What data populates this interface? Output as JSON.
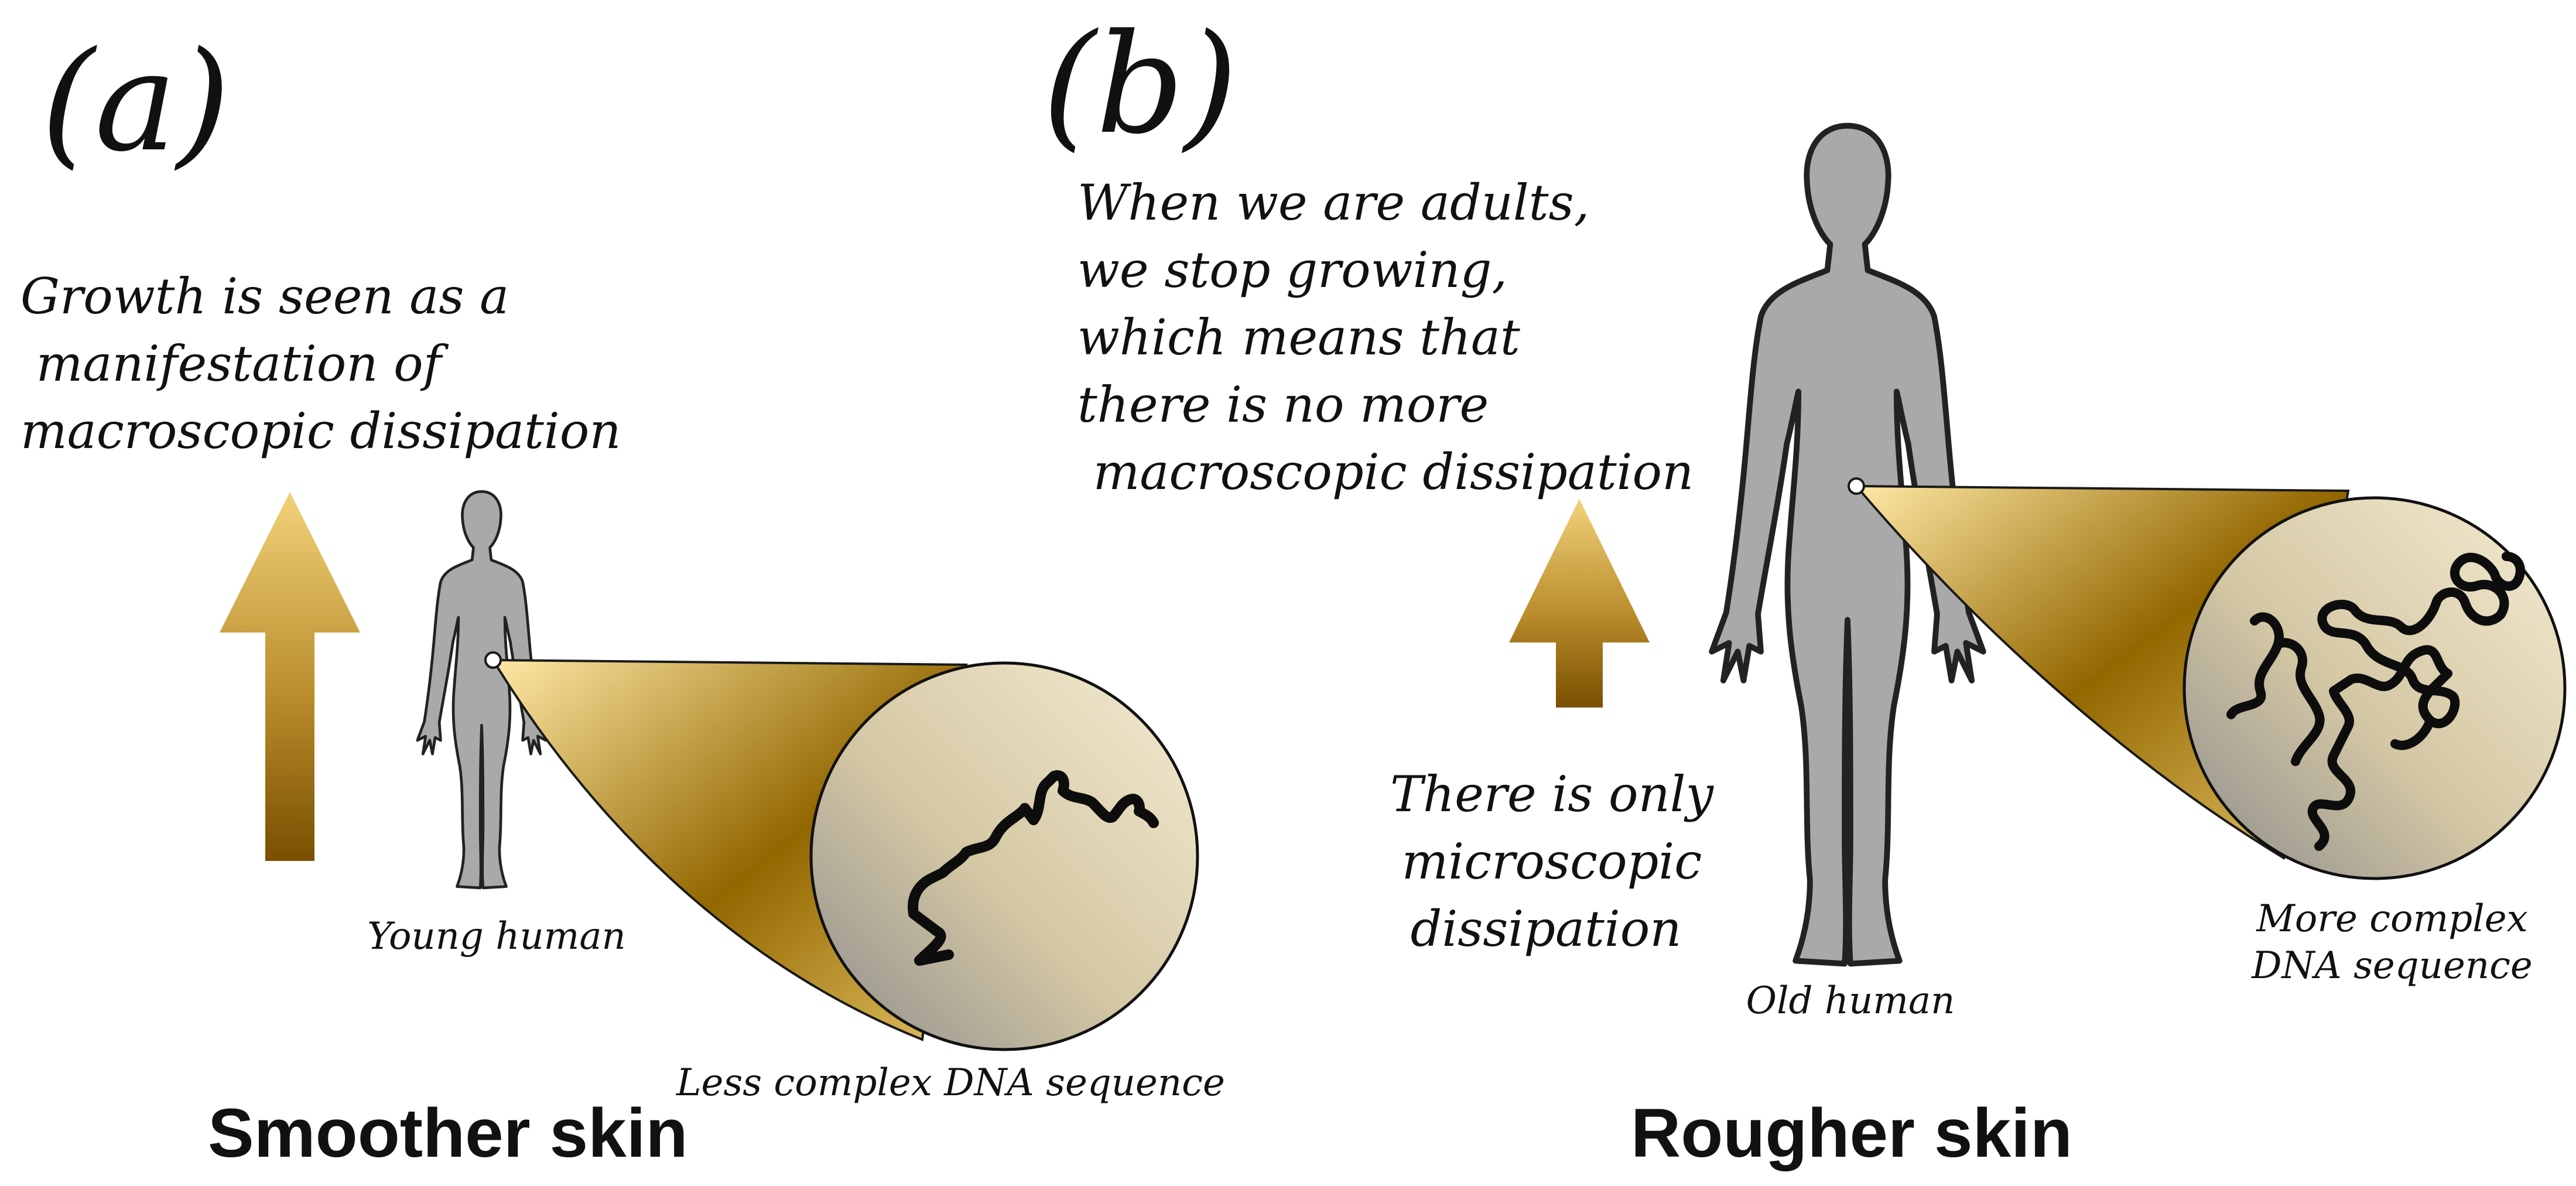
{
  "panel_a": {
    "label": "(a)",
    "note_lines": [
      "Growth is seen as a",
      " manifestation of",
      "macroscopic dissipation"
    ],
    "subject_label": "Young human",
    "dna_label": "Less complex DNA sequence",
    "skin_label": "Smoother skin"
  },
  "panel_b": {
    "label": "(b)",
    "note_lines": [
      "When we are adults,",
      "we stop growing,",
      "which means that",
      "there is no more",
      " macroscopic dissipation"
    ],
    "micro_lines": [
      "There is only",
      "microscopic",
      "dissipation"
    ],
    "subject_label": "Old human",
    "dna_label_lines": [
      "More complex",
      "DNA sequence"
    ],
    "skin_label": "Rougher skin"
  },
  "colors": {
    "gold_light": "#f5d98a",
    "gold_dark": "#8a5e00",
    "silhouette": "#a9a9a9",
    "lens_light": "#efe5c8",
    "lens_dark": "#8f8f8f"
  }
}
